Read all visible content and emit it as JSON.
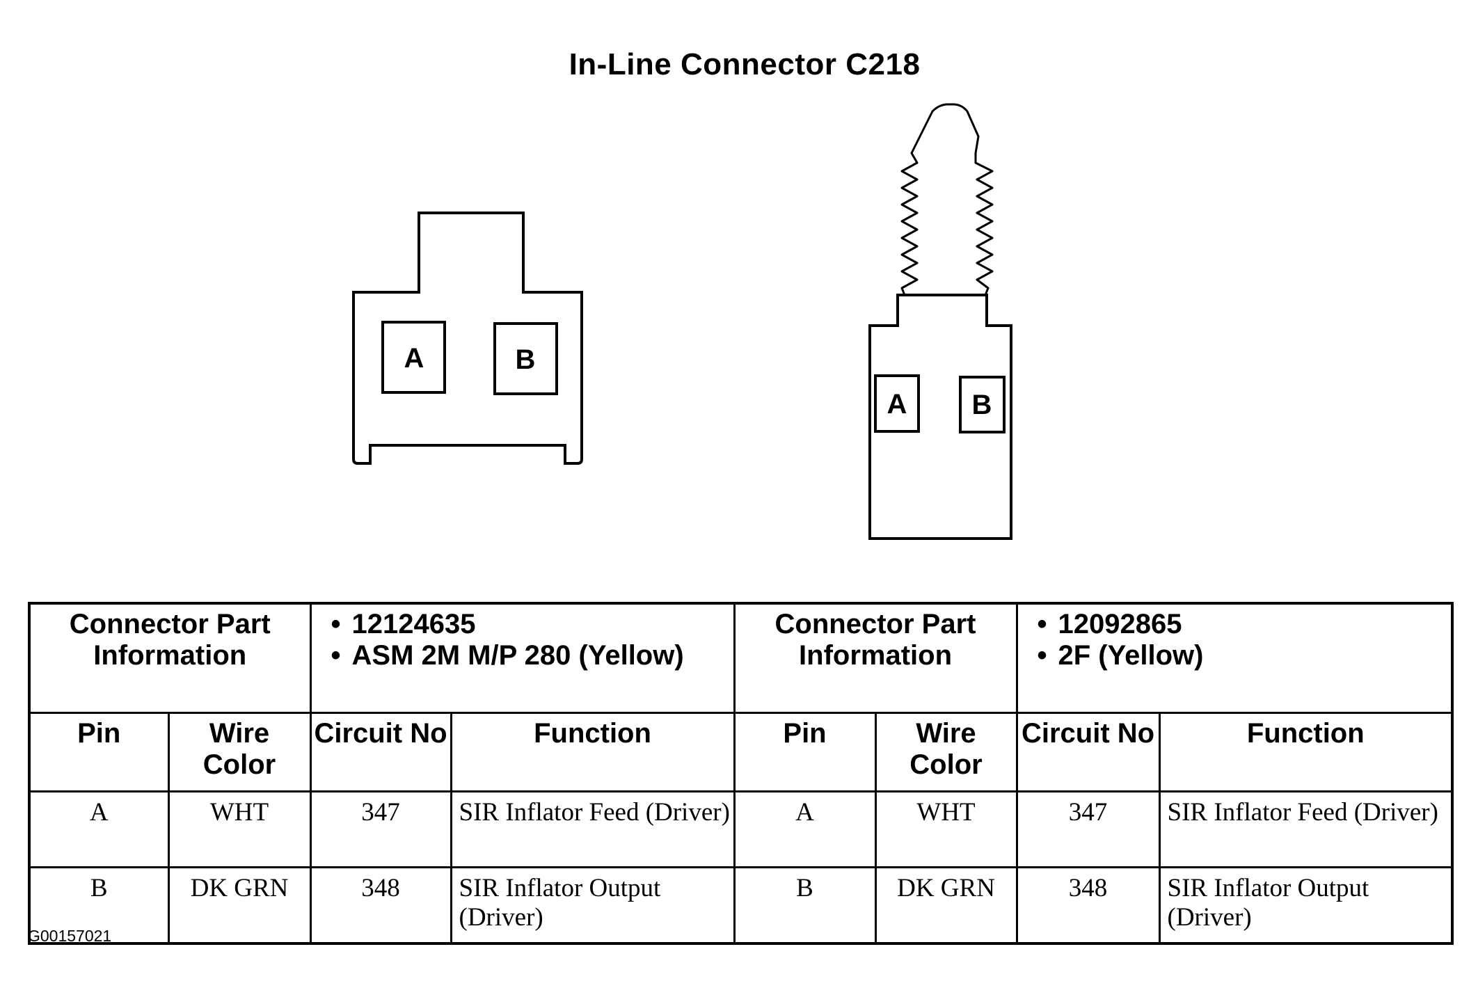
{
  "title": "In-Line Connector C218",
  "figure_id": "G00157021",
  "connectors": [
    {
      "pins": [
        "A",
        "B"
      ]
    },
    {
      "pins": [
        "A",
        "B"
      ]
    }
  ],
  "table": {
    "info_label": "Connector Part Information",
    "left": {
      "part_info": [
        "12124635",
        "ASM 2M M/P 280 (Yellow)"
      ]
    },
    "right": {
      "part_info": [
        "12092865",
        "2F (Yellow)"
      ]
    },
    "columns": [
      "Pin",
      "Wire Color",
      "Circuit No",
      "Function"
    ],
    "rows": [
      {
        "pin": "A",
        "wire_color": "WHT",
        "circuit": "347",
        "function": "SIR Inflator Feed (Driver)"
      },
      {
        "pin": "B",
        "wire_color": "DK GRN",
        "circuit": "348",
        "function": "SIR Inflator Output (Driver)"
      }
    ]
  }
}
